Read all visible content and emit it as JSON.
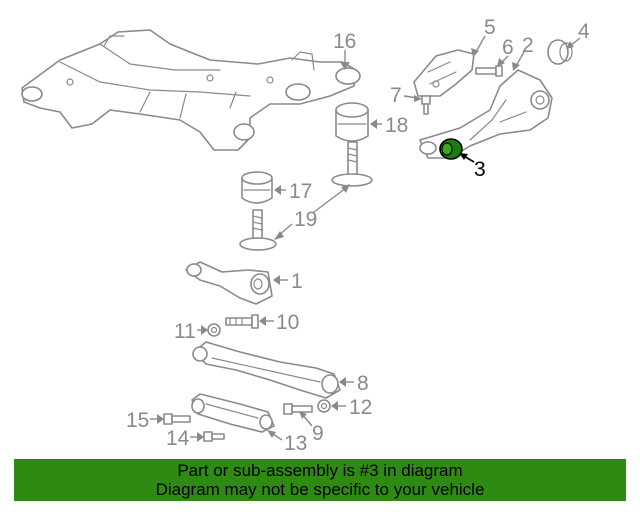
{
  "diagram": {
    "highlight_color": "#1e7a10",
    "callouts": {
      "c1": "1",
      "c2": "2",
      "c3": "3",
      "c4": "4",
      "c5": "5",
      "c6": "6",
      "c7": "7",
      "c8": "8",
      "c9": "9",
      "c10": "10",
      "c11": "11",
      "c12": "12",
      "c13": "13",
      "c14": "14",
      "c15": "15",
      "c16": "16",
      "c17": "17",
      "c18": "18",
      "c19": "19"
    }
  },
  "banner": {
    "color": "#2f8a14",
    "line1": "Part or sub-assembly is #3 in diagram",
    "line2": "Diagram may not be specific to your vehicle"
  }
}
